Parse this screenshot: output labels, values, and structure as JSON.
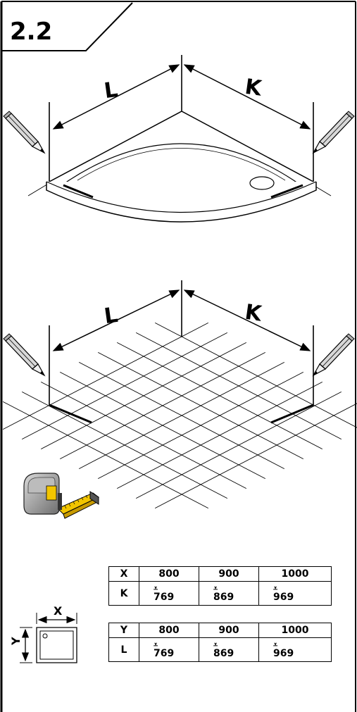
{
  "step_number": "2.2",
  "diagram_top": {
    "label_left": "L",
    "label_right": "K"
  },
  "diagram_bottom": {
    "label_left": "L",
    "label_right": "K"
  },
  "inset": {
    "label_x": "X",
    "label_y": "Y"
  },
  "table_x": {
    "header_label": "X",
    "header_values": [
      "800",
      "900",
      "1000"
    ],
    "row_label": "K",
    "row_values": [
      "769",
      "869",
      "969"
    ]
  },
  "table_y": {
    "header_label": "Y",
    "header_values": [
      "800",
      "900",
      "1000"
    ],
    "row_label": "L",
    "row_values": [
      "769",
      "869",
      "969"
    ]
  },
  "icons": [
    "pencil-icon",
    "tape-measure-icon",
    "arrow-down-icon"
  ]
}
